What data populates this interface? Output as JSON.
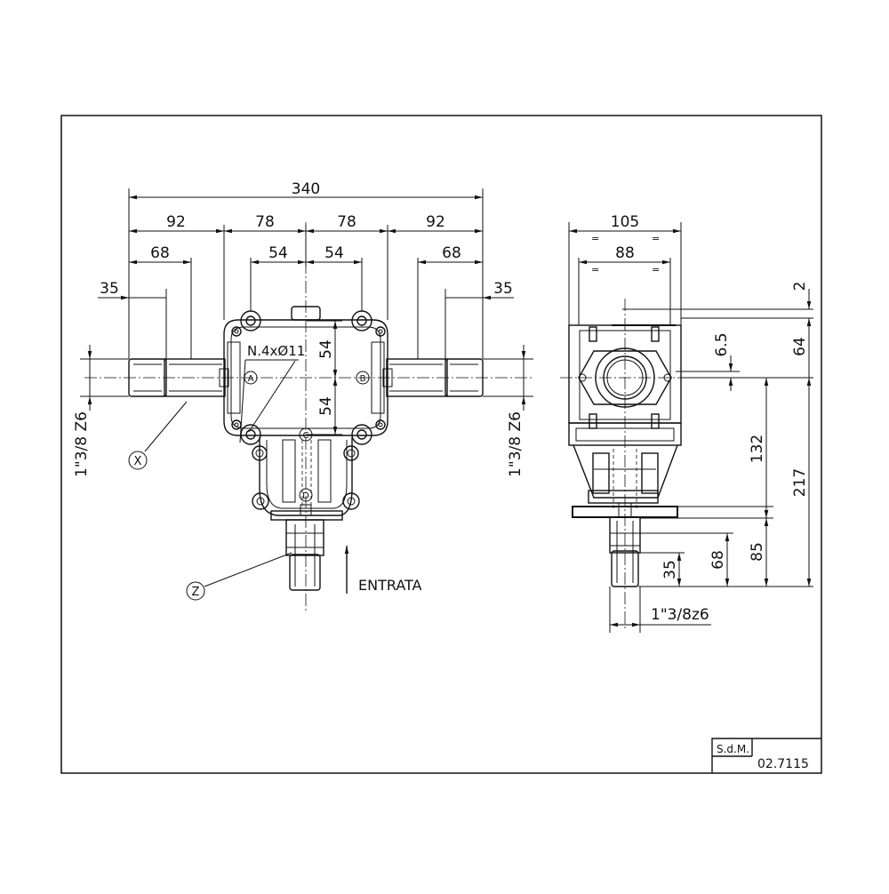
{
  "dims": {
    "total_width": "340",
    "left_shaft_len": "92",
    "right_shaft_len": "92",
    "left_half": "78",
    "right_half": "78",
    "left_shaft_68": "68",
    "right_shaft_68": "68",
    "left_bolt": "54",
    "right_bolt": "54",
    "left_35": "35",
    "right_35": "35",
    "vert_upper_54": "54",
    "vert_lower_54": "54",
    "left_spline": "1\"3/8  Z6",
    "right_spline": "1\"3/8  Z6",
    "holes": "N.4xØ11",
    "side_width_105": "105",
    "side_width_88": "88",
    "side_2": "2",
    "side_64": "64",
    "side_6_5": "6.5",
    "side_132": "132",
    "side_217": "217",
    "side_85": "85",
    "side_68": "68",
    "side_35": "35",
    "side_spline": "1\"3/8z6"
  },
  "markers": {
    "a": "A",
    "b": "B",
    "c": "C",
    "d": "D",
    "x": "X",
    "z": "Z"
  },
  "input_label": "ENTRATA",
  "title_block": {
    "sdm": "S.d.M.",
    "code": "02.7115"
  }
}
